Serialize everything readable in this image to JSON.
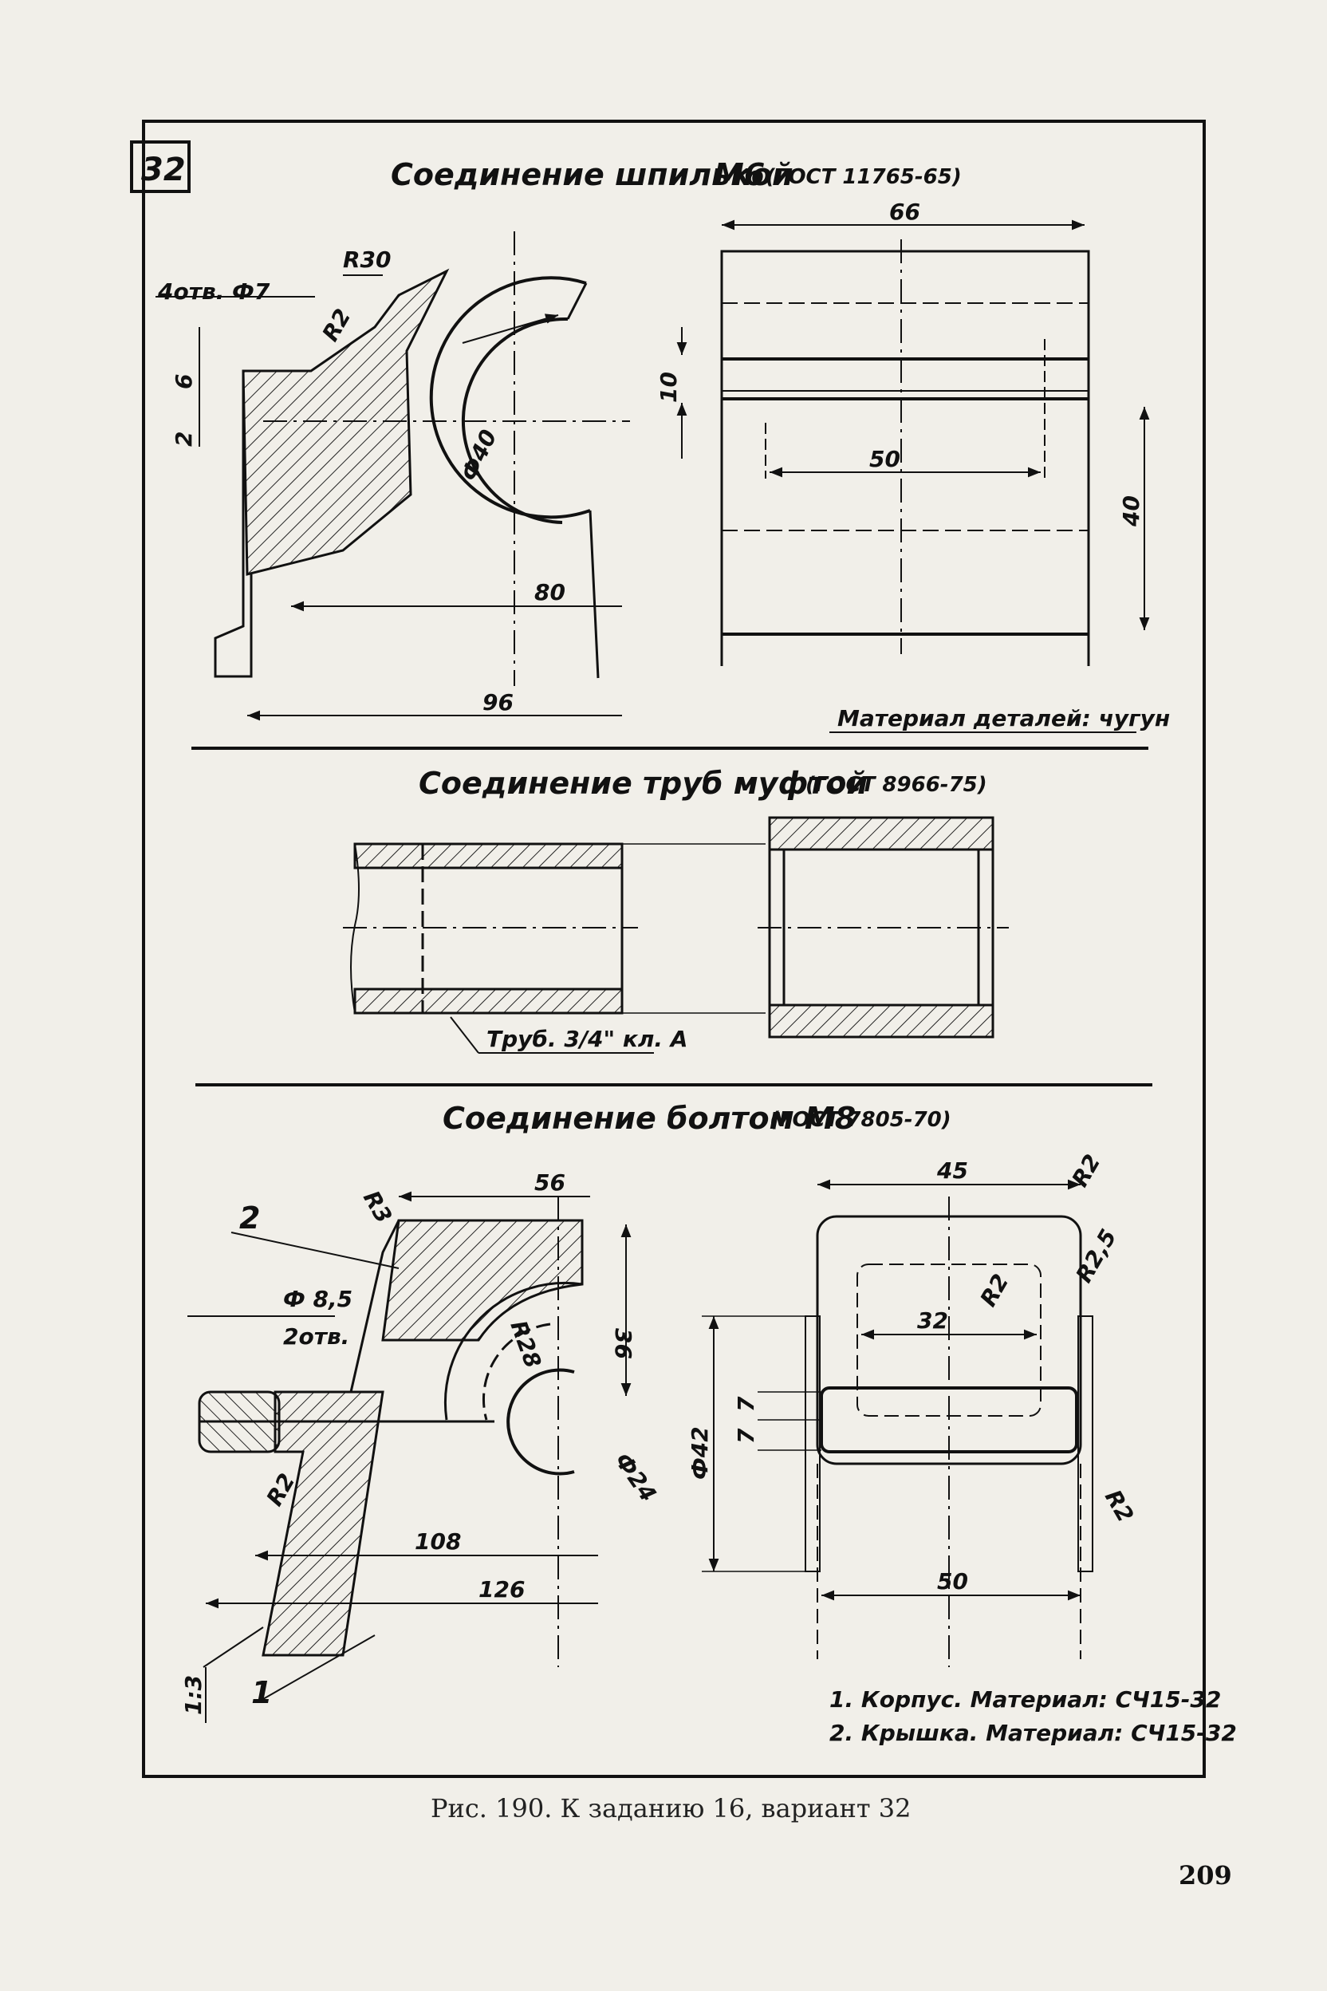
{
  "variant": "32",
  "section1": {
    "title": "Соединение шпилькой",
    "thread": "М6",
    "gost": "(ГОСТ 11765-65)",
    "dims": {
      "holes": "4отв. Ф7",
      "r30": "R30",
      "r2": "R2",
      "d6": "6",
      "d2": "2",
      "phi40": "Ф40",
      "d80": "80",
      "d96": "96",
      "d66": "66",
      "d10": "10",
      "d50": "50",
      "d40": "40"
    },
    "material": "Материал деталей: чугун"
  },
  "section2": {
    "title": "Соединение труб муфтой",
    "gost": "(ГОСТ 8966-75)",
    "pipe_label": "Труб. 3/4\" кл. А"
  },
  "section3": {
    "title": "Соединение болтом М8",
    "gost": "(ГОСТ 7805-70)",
    "dims": {
      "r3": "R3",
      "d56": "56",
      "part2": "2",
      "phi85": "Ф 8,5",
      "holes2": "2отв.",
      "r28": "R28",
      "d36": "36",
      "r2_left": "R2",
      "phi24": "Ф24",
      "d108": "108",
      "d126": "126",
      "slope": "1:3",
      "part1": "1",
      "d45": "45",
      "r2_a": "R2",
      "r2_b": "R2",
      "r25": "R2,5",
      "d32": "32",
      "phi42": "Ф42",
      "d7a": "7",
      "d7b": "7",
      "r2_c": "R2",
      "d50": "50"
    },
    "parts_list": [
      "1. Корпус. Материал: СЧ15-32",
      "2. Крышка. Материал: СЧ15-32"
    ]
  },
  "caption": "Рис. 190. К заданию 16, вариант 32",
  "page_number": "209"
}
